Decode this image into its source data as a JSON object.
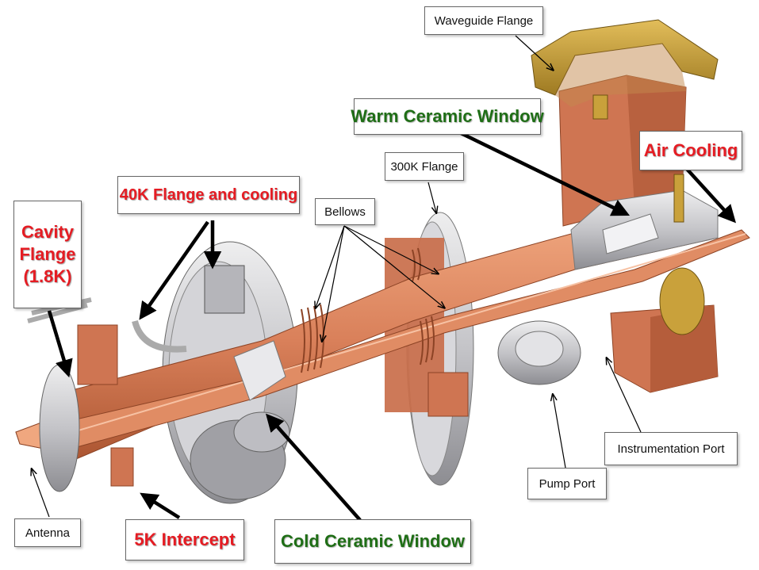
{
  "labels": {
    "waveguide_flange": "Waveguide Flange",
    "warm_ceramic_window": "Warm Ceramic Window",
    "air_cooling": "Air Cooling",
    "flange_300k": "300K Flange",
    "flange_40k_cooling": "40K Flange and cooling",
    "bellows": "Bellows",
    "cavity_flange": [
      "Cavity",
      "Flange",
      "(1.8K)"
    ],
    "instrumentation_port": "Instrumentation Port",
    "pump_port": "Pump Port",
    "antenna": "Antenna",
    "intercept_5k": "5K Intercept",
    "cold_ceramic_window": "Cold Ceramic Window"
  },
  "colors": {
    "copper": "#d9805a",
    "copper_dark": "#b05a38",
    "steel": "#c8c8cc",
    "gold": "#c9a13b",
    "red_label": "#e51c23",
    "green_label": "#1f6e16"
  }
}
